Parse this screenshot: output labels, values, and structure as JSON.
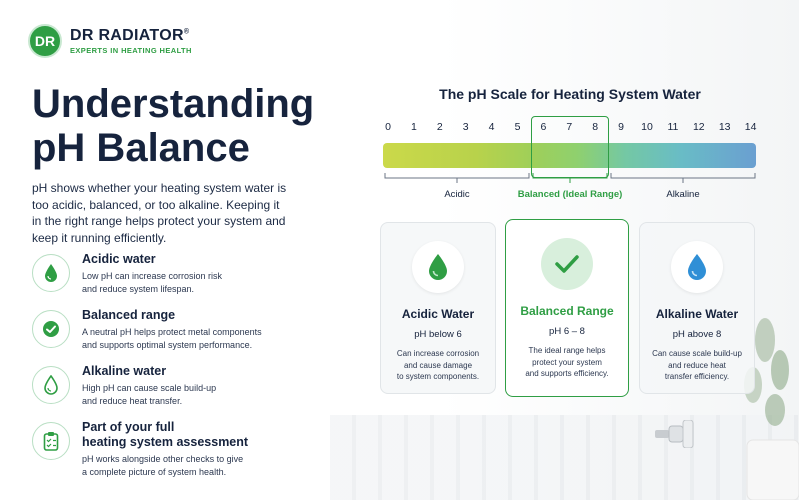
{
  "brand": {
    "badge": "DR",
    "name": "DR RADIATOR",
    "reg": "®",
    "tagline": "EXPERTS IN HEATING HEALTH"
  },
  "headline": {
    "line1": "Understanding",
    "line2": "pH Balance"
  },
  "intro": "pH shows whether your heating system water is too acidic, balanced, or too alkaline. Keeping it in the right range helps protect your system and keep it running efficiently.",
  "features": [
    {
      "icon": "drop-icon",
      "title": "Acidic water",
      "desc_1": "Low pH can increase corrosion risk",
      "desc_2": "and reduce system lifespan."
    },
    {
      "icon": "check-icon",
      "title": "Balanced range",
      "desc_1": "A neutral pH helps protect metal components",
      "desc_2": "and supports optimal system performance."
    },
    {
      "icon": "drop-icon",
      "title": "Alkaline water",
      "desc_1": "High pH can cause scale build-up",
      "desc_2": "and reduce heat transfer."
    },
    {
      "icon": "clipboard-icon",
      "title_1": "Part of your full",
      "title_2": "heating system assessment",
      "desc_1": "pH works alongside other checks to give",
      "desc_2": "a complete picture of system health."
    }
  ],
  "scale": {
    "title": "The pH Scale for Heating System Water",
    "ticks": [
      "0",
      "1",
      "2",
      "3",
      "4",
      "5",
      "6",
      "7",
      "8",
      "9",
      "10",
      "11",
      "12",
      "13",
      "14"
    ],
    "range_acidic": "Acidic",
    "range_balanced": "Balanced (Ideal Range)",
    "range_alkaline": "Alkaline",
    "colors": {
      "acidic": "#cbd94a",
      "balanced": "#8fd06e",
      "alkaline": "#6a9fd1"
    }
  },
  "cards": [
    {
      "icon": "green-drop-icon",
      "title": "Acidic Water",
      "sub": "pH below 6",
      "desc_1": "Can increase corrosion",
      "desc_2": "and cause damage",
      "desc_3": "to system components."
    },
    {
      "icon": "check-icon",
      "title": "Balanced Range",
      "sub": "pH 6 – 8",
      "desc_1": "The ideal range helps",
      "desc_2": "protect your system",
      "desc_3": "and supports efficiency."
    },
    {
      "icon": "blue-drop-icon",
      "title": "Alkaline Water",
      "sub": "pH above 8",
      "desc_1": "Can cause scale build-up",
      "desc_2": "and reduce heat",
      "desc_3": "transfer efficiency."
    }
  ],
  "accent_color": "#2f9e44"
}
